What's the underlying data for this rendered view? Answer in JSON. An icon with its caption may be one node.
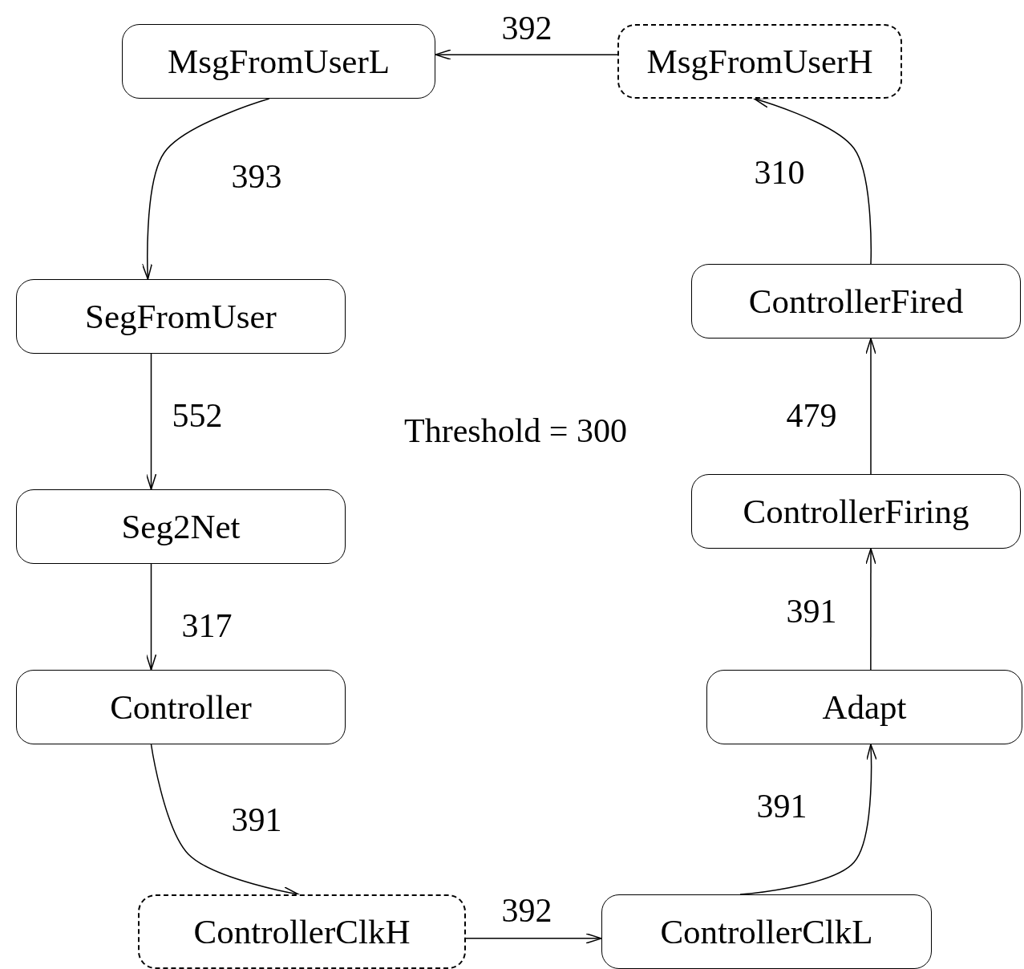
{
  "diagram": {
    "nodes": [
      {
        "text": [
          "MsgFromUserL"
        ]
      },
      {
        "text": [
          "MsgFromUserH"
        ]
      },
      {
        "text": [
          "SegFromUser"
        ]
      },
      {
        "text": [
          "Seg2Net"
        ]
      },
      {
        "text": [
          "Controller"
        ]
      },
      {
        "text": [
          "ControllerClkH"
        ]
      },
      {
        "text": [
          "ControllerClkL"
        ]
      },
      {
        "text": [
          "Adapt"
        ]
      },
      {
        "text": [
          "ControllerFiring"
        ]
      },
      {
        "text": [
          "ControllerFired"
        ]
      }
    ],
    "edges": [
      {
        "from": 1,
        "to": 0,
        "arrow": "to",
        "label": "392"
      },
      {
        "from": 0,
        "to": 2,
        "arrow": "to",
        "label": "393"
      },
      {
        "from": 2,
        "to": 3,
        "arrow": "to",
        "label": "552"
      },
      {
        "from": 3,
        "to": 4,
        "arrow": "to",
        "label": "317"
      },
      {
        "from": 4,
        "to": 5,
        "arrow": "to",
        "label": "391"
      },
      {
        "from": 5,
        "to": 6,
        "arrow": "to",
        "label": "392"
      },
      {
        "from": 6,
        "to": 7,
        "arrow": "to",
        "label": "391"
      },
      {
        "from": 7,
        "to": 8,
        "arrow": "to",
        "label": "391"
      },
      {
        "from": 8,
        "to": 9,
        "arrow": "to",
        "label": "479"
      },
      {
        "from": 9,
        "to": 1,
        "arrow": "to",
        "label": "310"
      }
    ],
    "labels": [
      "Threshold = 300"
    ]
  }
}
